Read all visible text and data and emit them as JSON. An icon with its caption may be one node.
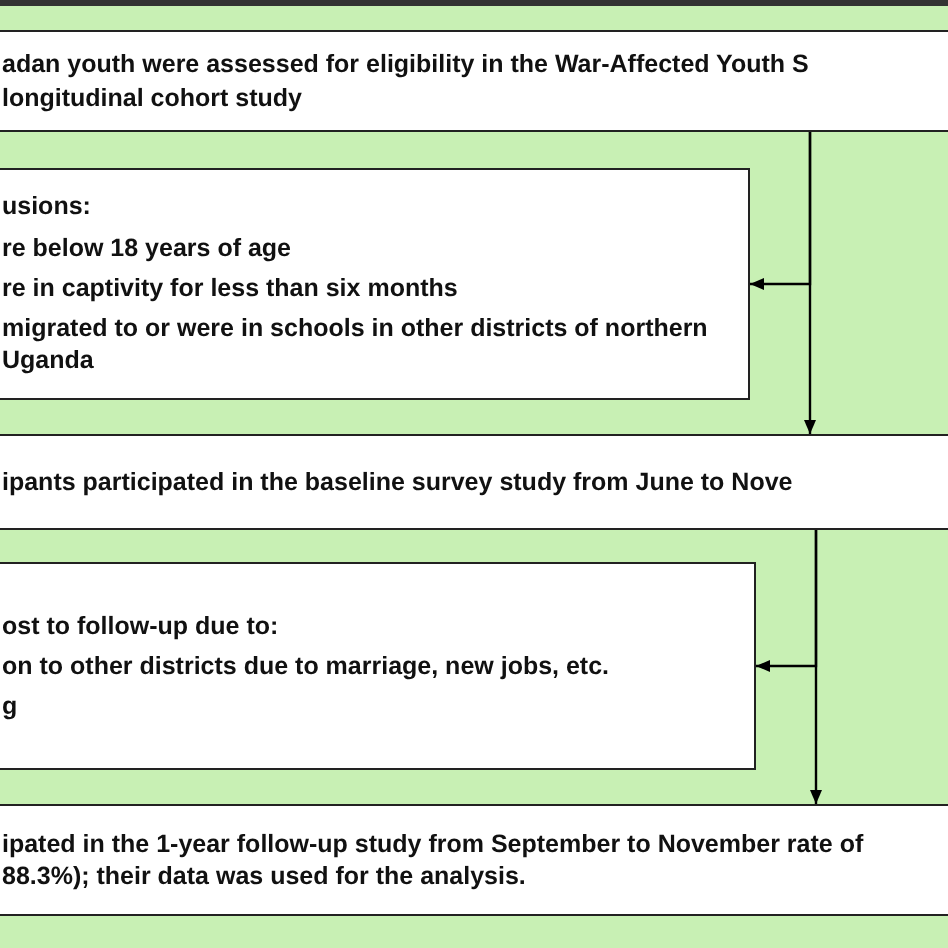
{
  "diagram": {
    "nodes": [
      {
        "text": [
          "adan youth were assessed for eligibility in the War-Affected Youth S longitudinal cohort study"
        ]
      },
      {
        "text": [
          "usions:",
          "re below 18 years of age",
          "re in captivity for less than six months",
          "migrated to or were in schools in other districts of northern Uganda"
        ]
      },
      {
        "text": [
          "ipants participated in the baseline survey study from June to Nove"
        ]
      },
      {
        "text": [
          "ost to follow-up due to:",
          "on to other districts due to marriage, new jobs, etc.",
          "g"
        ]
      },
      {
        "text": [
          "ipated in the 1-year follow-up study from September to November rate of 88.3%); their data was used for the analysis."
        ]
      }
    ],
    "edges": [
      {
        "from": 0,
        "to": 2,
        "arrow": "to"
      },
      {
        "from": 0,
        "to": 1,
        "arrow": "to"
      },
      {
        "from": 2,
        "to": 4,
        "arrow": "to"
      },
      {
        "from": 2,
        "to": 3,
        "arrow": "to"
      }
    ]
  }
}
